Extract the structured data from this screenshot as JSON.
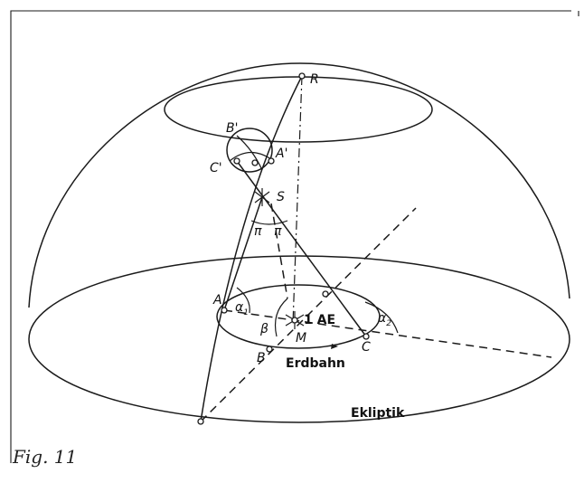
{
  "caption": "Fig. 11",
  "labels": {
    "R": "R",
    "B_prime": "B'",
    "A_prime": "A'",
    "C_prime": "C'",
    "S": "S",
    "pi1": "π",
    "pi2": "π",
    "A": "A",
    "alpha1": "α",
    "alpha1_sub": "1",
    "beta": "β",
    "M": "M",
    "AE": "1 AE",
    "B": "B",
    "C": "C",
    "alpha2": "α",
    "alpha2_sub": "2",
    "erdbahn": "Erdbahn",
    "ekliptik": "Ekliptik"
  }
}
